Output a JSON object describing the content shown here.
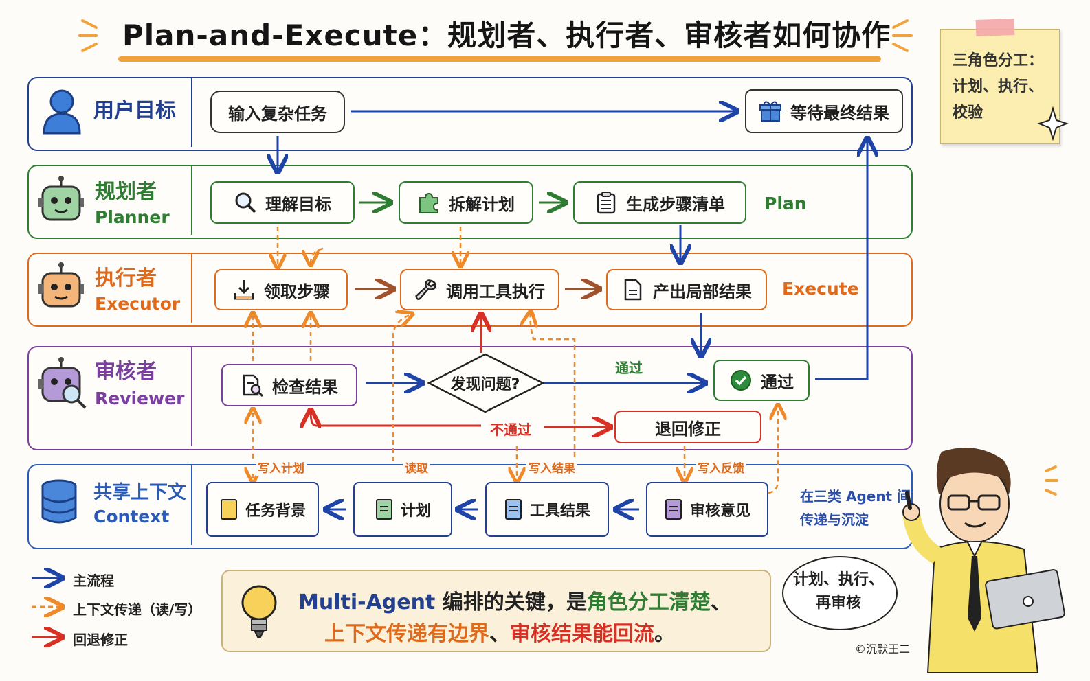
{
  "title": "Plan-and-Execute：规划者、执行者、审核者如何协作",
  "note": {
    "line1": "三角色分工：",
    "line2": "计划、执行、",
    "line3": "校验"
  },
  "lanes": {
    "user": {
      "title": "用户目标",
      "color": "#22408f"
    },
    "planner": {
      "title": "规划者",
      "subtitle": "Planner",
      "color": "#2e7d32"
    },
    "executor": {
      "title": "执行者",
      "subtitle": "Executor",
      "color": "#e06a1b"
    },
    "reviewer": {
      "title": "审核者",
      "subtitle": "Reviewer",
      "color": "#7b3fa0"
    },
    "context": {
      "title": "共享上下文",
      "subtitle": "Context",
      "color": "#2b5bb8"
    }
  },
  "nodes": {
    "input_task": "输入复杂任务",
    "wait_result": "等待最终结果",
    "understand_goal": "理解目标",
    "split_plan": "拆解计划",
    "gen_steps": "生成步骤清单",
    "get_step": "领取步骤",
    "call_tool": "调用工具执行",
    "partial_result": "产出局部结果",
    "check_result": "检查结果",
    "find_issue": "发现问题?",
    "pass": "通过",
    "rollback": "退回修正",
    "task_bg": "任务背景",
    "plan_doc": "计划",
    "tool_result": "工具结果",
    "review_opinion": "审核意见"
  },
  "side_labels": {
    "plan": "Plan",
    "execute": "Execute"
  },
  "edge_labels": {
    "pass": "通过",
    "fail": "不通过",
    "write_plan": "写入计划",
    "read_plan": "读取",
    "write_result": "写入结果",
    "write_feedback": "写入反馈"
  },
  "context_note": {
    "line1": "在三类 Agent 间",
    "line2": "传递与沉淀"
  },
  "legend": {
    "main_flow": "主流程",
    "context_pass": "上下文传递（读/写）",
    "rollback": "回退修正"
  },
  "key_message": {
    "part1": "Multi-Agent",
    "part2": " 编排的关键，是",
    "part3": "角色分工清楚",
    "part4": "、",
    "part5": "上下文传递有边界",
    "part6": "、",
    "part7": "审核结果能回流",
    "part8": "。"
  },
  "bubble": {
    "line1": "计划、执行、",
    "line2": "再审核"
  },
  "credit": "©沉默王二",
  "colors": {
    "main": "#1f44a8",
    "dashed": "#ee8a2a",
    "rollback": "#d93025",
    "green": "#2e7d32",
    "brown": "#a0522d"
  }
}
